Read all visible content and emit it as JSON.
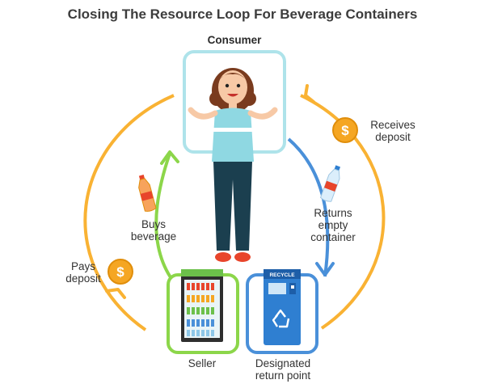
{
  "title": "Closing The Resource Loop For Beverage Containers",
  "nodes": {
    "consumer": "Consumer",
    "seller": "Seller",
    "return_point": "Designated\nreturn point"
  },
  "steps": {
    "receives_deposit": "Receives\ndeposit",
    "returns_container": "Returns\nempty\ncontainer",
    "buys_beverage": "Buys\nbeverage",
    "pays_deposit": "Pays\ndeposit"
  },
  "icons": {
    "deposit": "dollar-coin-icon",
    "bottle": "plastic-bottle-icon",
    "recycle": "recycle-icon"
  },
  "machine_label": "RECYCLE",
  "colors": {
    "consumer_box": "#aee3ea",
    "orange_loop": "#f9b233",
    "green_loop": "#8cd64a",
    "blue_loop": "#4a90d9",
    "coin": "#f5a623",
    "machine": "#2f7fd1"
  }
}
